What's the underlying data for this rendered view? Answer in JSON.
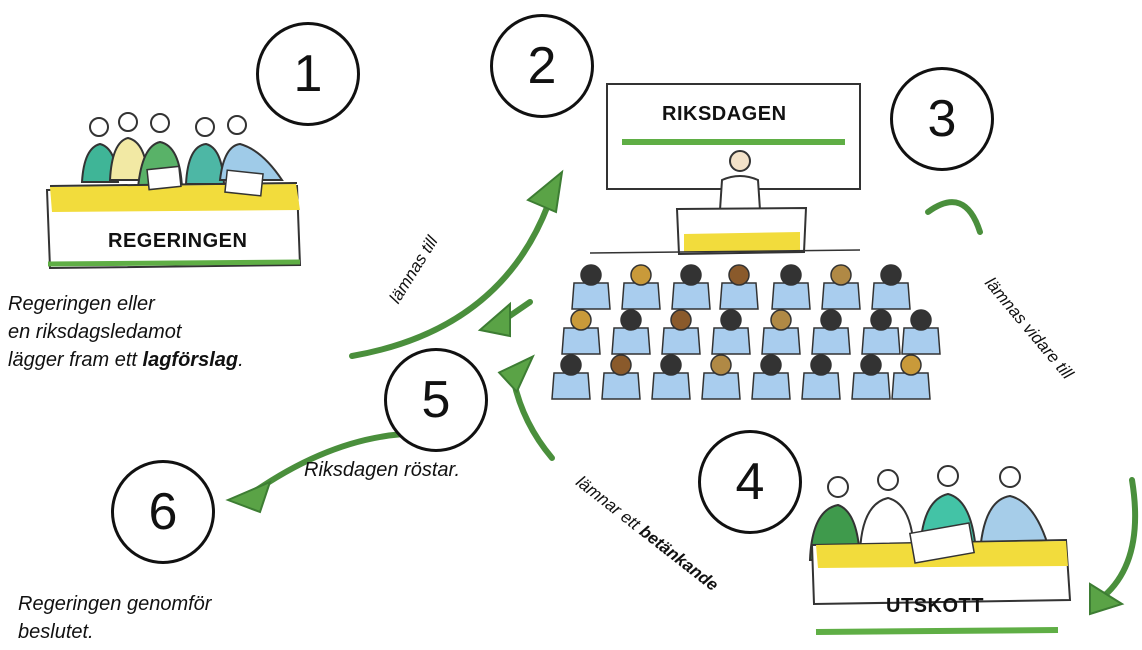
{
  "steps": [
    {
      "number": "1",
      "box_label": "REGERINGEN"
    },
    {
      "number": "2",
      "box_label": "RIKSDAGEN"
    },
    {
      "number": "3"
    },
    {
      "number": "4",
      "box_label": "UTSKOTT"
    },
    {
      "number": "5"
    },
    {
      "number": "6"
    }
  ],
  "text": {
    "step1_line1": "Regeringen eller",
    "step1_line2": "en riksdagsledamot",
    "step1_line3_pre": "lägger fram ett ",
    "step1_line3_bold": "lagförslag",
    "step1_line3_post": ".",
    "step5": "Riksdagen röstar.",
    "step6_line1": "Regeringen genomför",
    "step6_line2": "beslutet."
  },
  "arrow_labels": {
    "to_riksdagen": "lämnas till",
    "to_utskott": "lämnas vidare till",
    "from_utskott_pre": "lämnar ett ",
    "from_utskott_bold": "betänkande"
  },
  "colors": {
    "arrow_green": "#4a8f3c",
    "bench_yellow": "#f2dc3c",
    "seat_blue": "#a9cdee",
    "line_green": "#5fae45"
  }
}
